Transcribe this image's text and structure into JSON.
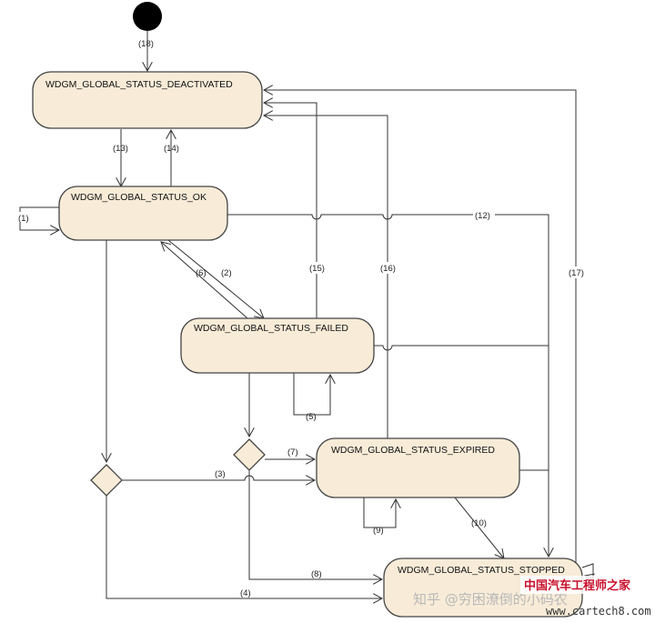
{
  "states": {
    "deactivated": "WDGM_GLOBAL_STATUS_DEACTIVATED",
    "ok": "WDGM_GLOBAL_STATUS_OK",
    "failed": "WDGM_GLOBAL_STATUS_FAILED",
    "expired": "WDGM_GLOBAL_STATUS_EXPIRED",
    "stopped": "WDGM_GLOBAL_STATUS_STOPPED"
  },
  "transitions": {
    "t1": "(1)",
    "t2": "(2)",
    "t3": "(3)",
    "t4": "(4)",
    "t5": "(5)",
    "t6": "(6)",
    "t7": "(7)",
    "t8": "(8)",
    "t9": "(9)",
    "t10": "(10)",
    "t12": "(12)",
    "t13": "(13)",
    "t14": "(14)",
    "t15": "(15)",
    "t16": "(16)",
    "t17": "(17)",
    "t18": "(18)"
  },
  "watermark": {
    "zhihu": "知乎 @穷困潦倒的小码农",
    "carengineer": "中国汽车工程师之家",
    "site": "www.cartech8.com"
  }
}
